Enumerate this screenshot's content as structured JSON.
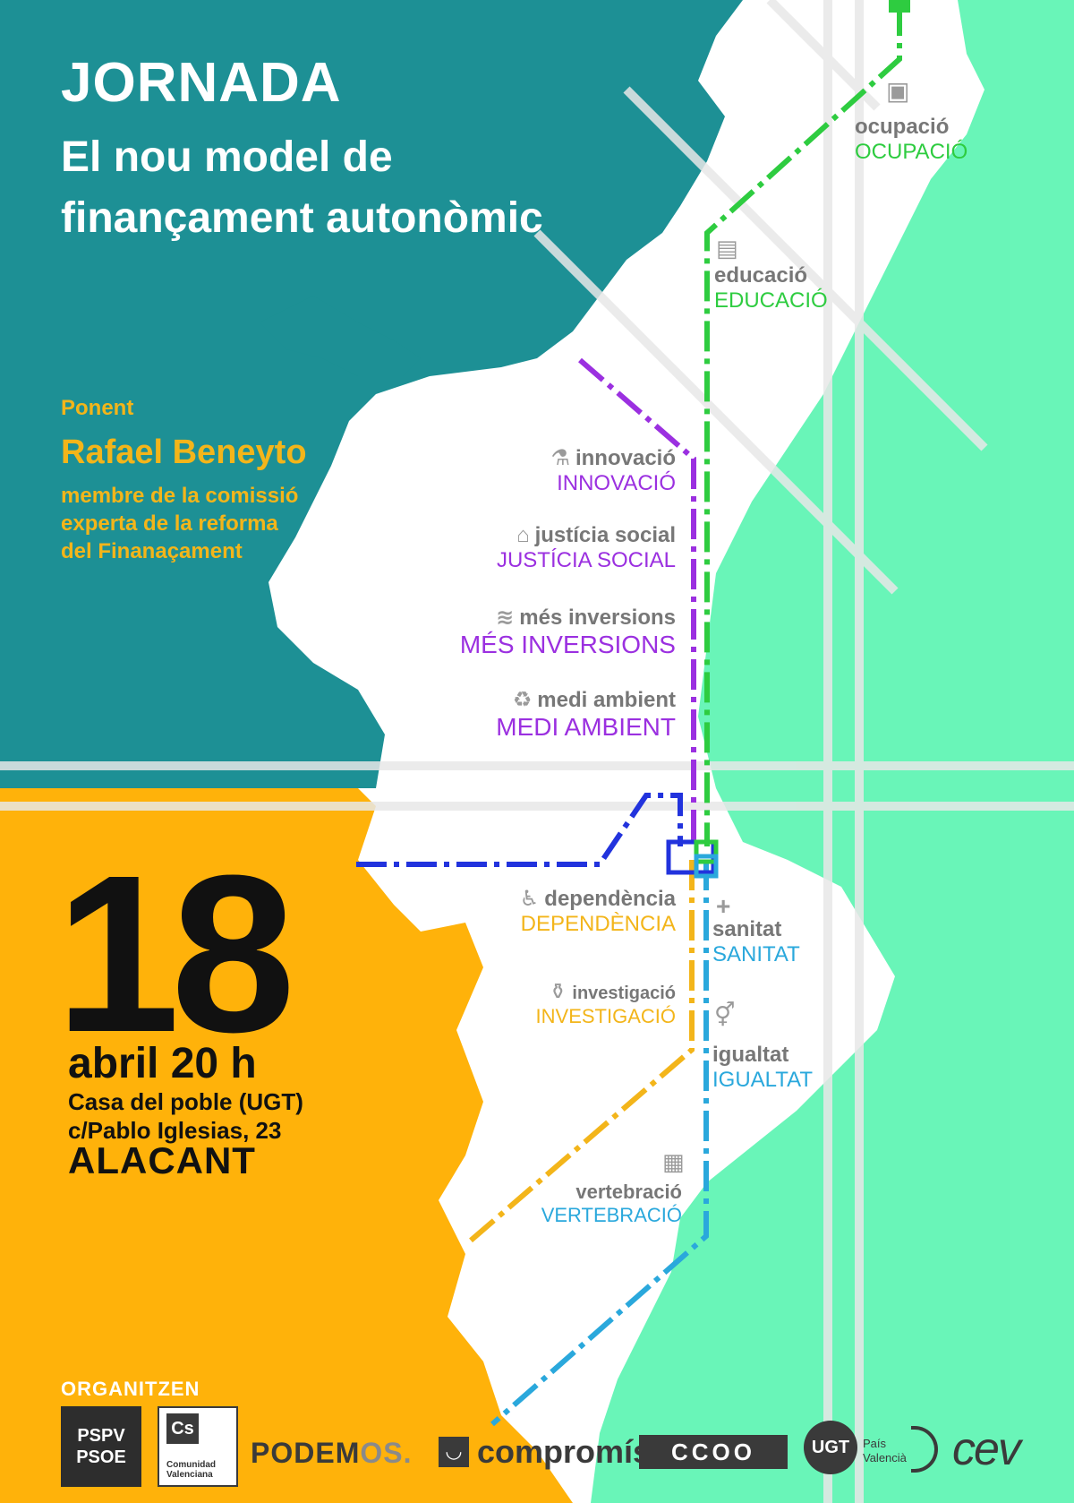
{
  "header": {
    "title": "JORNADA",
    "subtitle_line1": "El nou model de",
    "subtitle_line2": "finançament autonòmic"
  },
  "speaker": {
    "label": "Ponent",
    "name": "Rafael Beneyto",
    "role_line1": "membre de la comissió",
    "role_line2": "experta de la reforma",
    "role_line3": "del Finanaçament"
  },
  "event": {
    "day": "18",
    "month_time": "abril 20 h",
    "venue": "Casa del poble (UGT)",
    "address": "c/Pablo Iglesias, 23",
    "city": "ALACANT"
  },
  "stations": [
    {
      "id": "ocupacio",
      "sub": "ocupació",
      "main": "OCUPACIÓ",
      "icon": "presentation-icon",
      "color": "#2ecc40"
    },
    {
      "id": "educacio",
      "sub": "educació",
      "main": "EDUCACIÓ",
      "icon": "books-icon",
      "color": "#2ecc40"
    },
    {
      "id": "innovacio",
      "sub": "innovació",
      "main": "INNOVACIÓ",
      "icon": "microscope-icon",
      "color": "#9b30e0"
    },
    {
      "id": "justicia",
      "sub": "justícia social",
      "main": "JUSTÍCIA SOCIAL",
      "icon": "courthouse-icon",
      "color": "#9b30e0"
    },
    {
      "id": "inversions",
      "sub": "més inversions",
      "main": "MÉS INVERSIONS",
      "icon": "coins-icon",
      "color": "#9b30e0"
    },
    {
      "id": "ambient",
      "sub": "medi ambient",
      "main": "MEDI AMBIENT",
      "icon": "recycle-icon",
      "color": "#9b30e0"
    },
    {
      "id": "dependencia",
      "sub": "dependència",
      "main": "DEPENDÈNCIA",
      "icon": "wheelchair-icon",
      "color": "#f3b51a"
    },
    {
      "id": "sanitat",
      "sub": "sanitat",
      "main": "SANITAT",
      "icon": "plus-icon",
      "color": "#2aa8dc"
    },
    {
      "id": "investigacio",
      "sub": "investigació",
      "main": "INVESTIGACIÓ",
      "icon": "flask-icon",
      "color": "#f3b51a"
    },
    {
      "id": "igualtat",
      "sub": "igualtat",
      "main": "IGUALTAT",
      "icon": "gender-icon",
      "color": "#2aa8dc"
    },
    {
      "id": "vertebracio",
      "sub": "vertebració",
      "main": "VERTEBRACIÓ",
      "icon": "train-icon",
      "color": "#2aa8dc"
    }
  ],
  "organizers": {
    "label": "ORGANITZEN",
    "psoe_line1": "PSPV",
    "psoe_line2": "PSOE",
    "cs_mark": "Cs",
    "cs_name_line1": "Comunidad",
    "cs_name_line2": "Valenciana",
    "podemos_a": "PODEM",
    "podemos_b": "OS.",
    "compromis": "compromís",
    "ccoo": "CCOO",
    "ugt": "UGT",
    "ugt_sub_line1": "País",
    "ugt_sub_line2": "Valencià",
    "cev": "cev"
  },
  "colors": {
    "teal": "#1d9095",
    "sea": "#69f5b8",
    "orange": "#ffb20a",
    "green_line": "#2ecc40",
    "purple_line": "#9b30e0",
    "blue_line": "#2233dd",
    "gold_line": "#f3b51a",
    "cyan_line": "#2aa8dc"
  }
}
